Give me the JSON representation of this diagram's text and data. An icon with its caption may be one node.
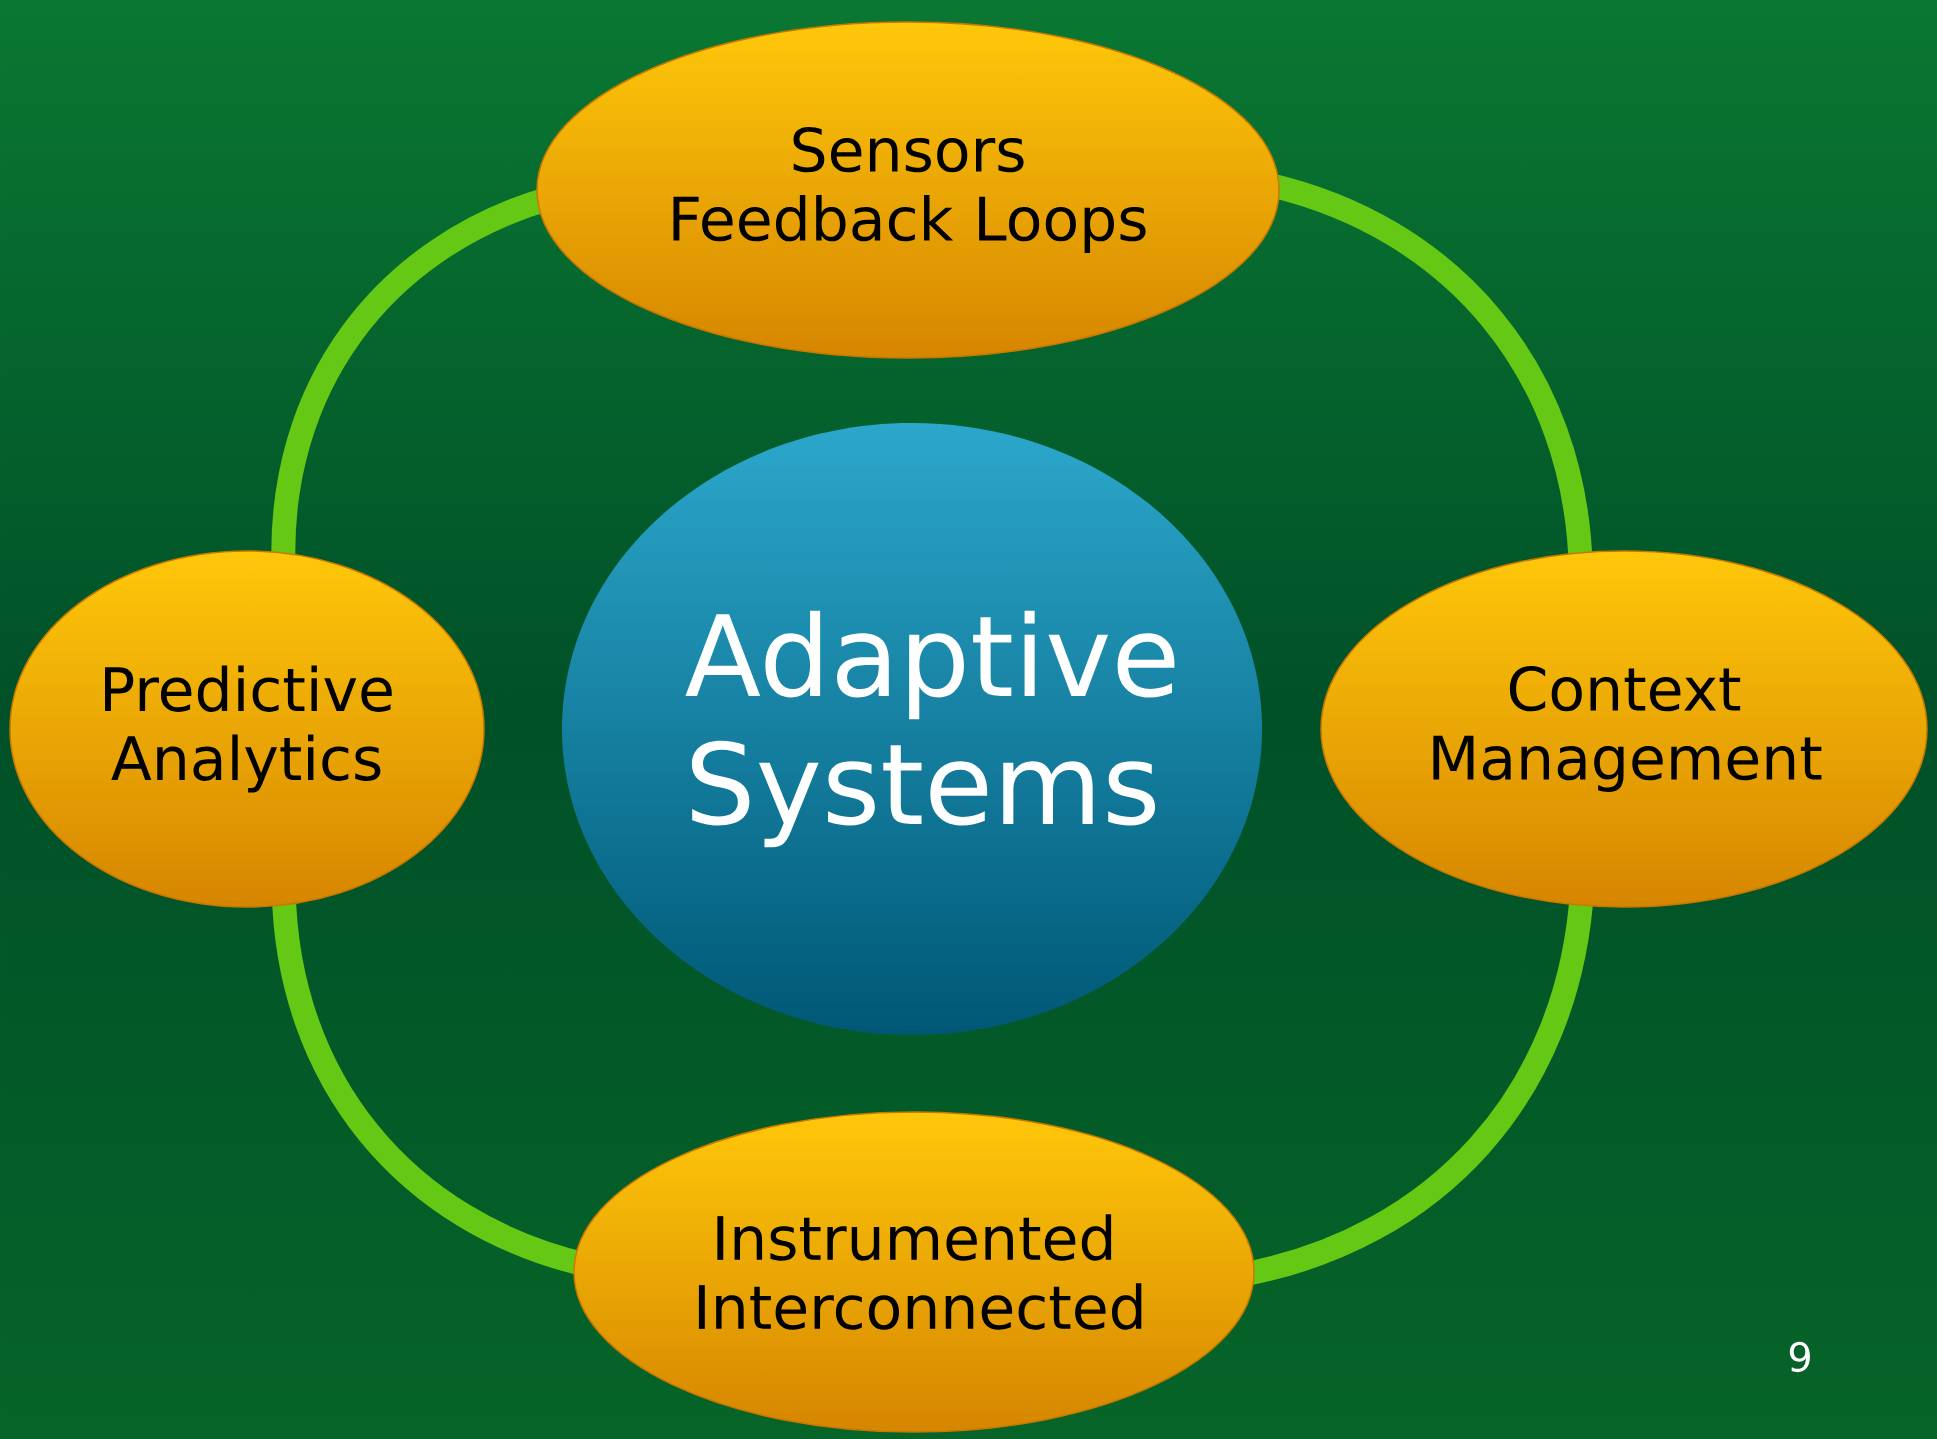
{
  "diagram": {
    "nodes": [
      {
        "text": [
          "Adaptive Systems"
        ]
      },
      {
        "text": [
          "Sensors",
          "Feedback Loops"
        ]
      },
      {
        "text": [
          "Predictive Analytics"
        ]
      },
      {
        "text": [
          "Context Management"
        ]
      },
      {
        "text": [
          "Instrumented",
          "Interconnected"
        ]
      }
    ],
    "edges": [
      {
        "from": 1,
        "to": 3,
        "arrow": "none"
      },
      {
        "from": 3,
        "to": 4,
        "arrow": "none"
      },
      {
        "from": 4,
        "to": 2,
        "arrow": "none"
      },
      {
        "from": 2,
        "to": 1,
        "arrow": "none"
      }
    ],
    "labels": [
      "9"
    ]
  }
}
